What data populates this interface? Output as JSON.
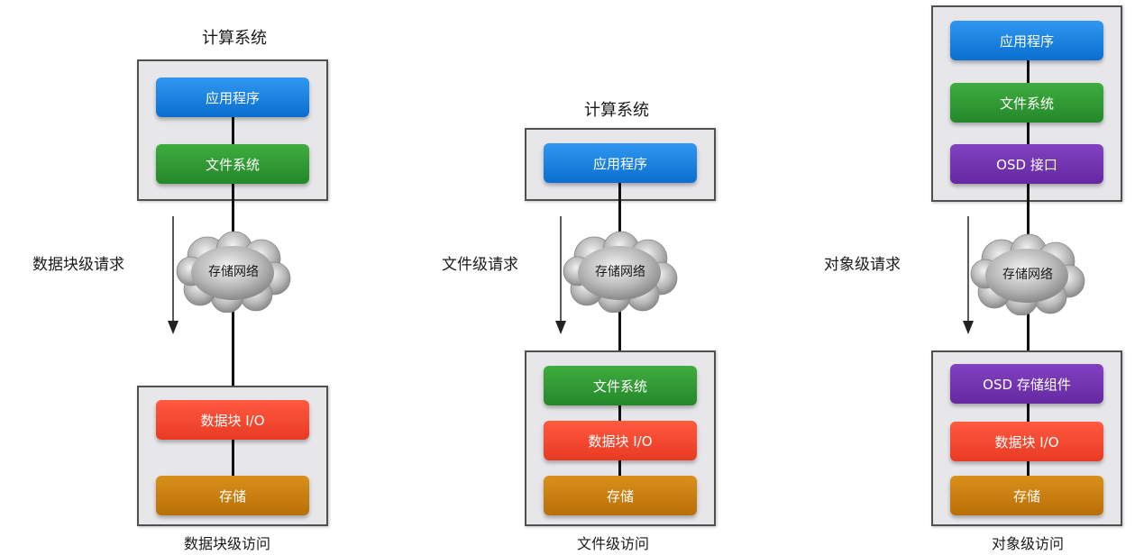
{
  "panels": [
    {
      "title": "计算系统",
      "request_label": "数据块级请求",
      "cloud_label": "存储网络",
      "top_blocks": [
        "应用程序",
        "文件系统"
      ],
      "bottom_blocks": [
        "数据块 I/O",
        "存储"
      ],
      "bottom_label": "数据块级访问"
    },
    {
      "title": "计算系统",
      "request_label": "文件级请求",
      "cloud_label": "存储网络",
      "top_blocks": [
        "应用程序"
      ],
      "bottom_blocks": [
        "文件系统",
        "数据块 I/O",
        "存储"
      ],
      "bottom_label": "文件级访问"
    },
    {
      "request_label": "对象级请求",
      "cloud_label": "存储网络",
      "top_blocks": [
        "应用程序",
        "文件系统",
        "OSD 接口"
      ],
      "bottom_blocks": [
        "OSD 存储组件",
        "数据块 I/O",
        "存储"
      ],
      "bottom_label": "对象级访问"
    }
  ],
  "colors": {
    "application": "#1a82e4",
    "file_system": "#2f9a33",
    "block_io": "#f4462e",
    "storage": "#c97f0f",
    "osd": "#7434b1",
    "box_fill": "#e7e7ea",
    "box_border": "#505050",
    "cloud": "#9a9a9a"
  }
}
